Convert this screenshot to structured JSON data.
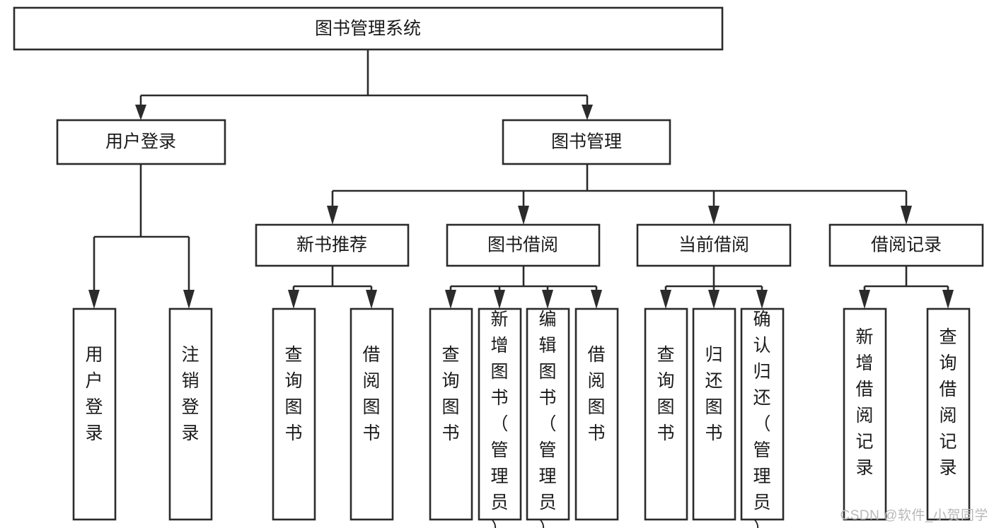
{
  "diagram": {
    "title_node": {
      "label": "图书管理系统"
    },
    "level2": [
      {
        "id": "user-login",
        "label": "用户登录"
      },
      {
        "id": "book-manage",
        "label": "图书管理"
      }
    ],
    "level3": [
      {
        "id": "new-book-recommend",
        "label": "新书推荐",
        "parent": "book-manage"
      },
      {
        "id": "book-borrow",
        "label": "图书借阅",
        "parent": "book-manage"
      },
      {
        "id": "current-borrow",
        "label": "当前借阅",
        "parent": "book-manage"
      },
      {
        "id": "borrow-record",
        "label": "借阅记录",
        "parent": "book-manage"
      }
    ],
    "leaves": {
      "user-login": [
        {
          "id": "leaf-user-login",
          "label": "用户登录"
        },
        {
          "id": "leaf-logout-login",
          "label": "注销登录"
        }
      ],
      "new-book-recommend": [
        {
          "id": "leaf-query-book-1",
          "label": "查询图书"
        },
        {
          "id": "leaf-borrow-book-1",
          "label": "借阅图书"
        }
      ],
      "book-borrow": [
        {
          "id": "leaf-query-book-2",
          "label": "查询图书"
        },
        {
          "id": "leaf-add-book",
          "label": "新增图书（管理员）"
        },
        {
          "id": "leaf-edit-book",
          "label": "编辑图书（管理员）"
        },
        {
          "id": "leaf-borrow-book-2",
          "label": "借阅图书"
        }
      ],
      "current-borrow": [
        {
          "id": "leaf-query-book-3",
          "label": "查询图书"
        },
        {
          "id": "leaf-return-book",
          "label": "归还图书"
        },
        {
          "id": "leaf-confirm-return",
          "label": "确认归还（管理员）"
        }
      ],
      "borrow-record": [
        {
          "id": "leaf-add-record",
          "label": "新增借阅记录"
        },
        {
          "id": "leaf-query-record",
          "label": "查询借阅记录"
        }
      ]
    }
  },
  "watermark": {
    "text": "CSDN @软件_小贺同学"
  },
  "colors": {
    "stroke": "#2b2b2b",
    "fill": "#ffffff",
    "text": "#1a1a1a",
    "watermark": "#b9b9b9"
  }
}
